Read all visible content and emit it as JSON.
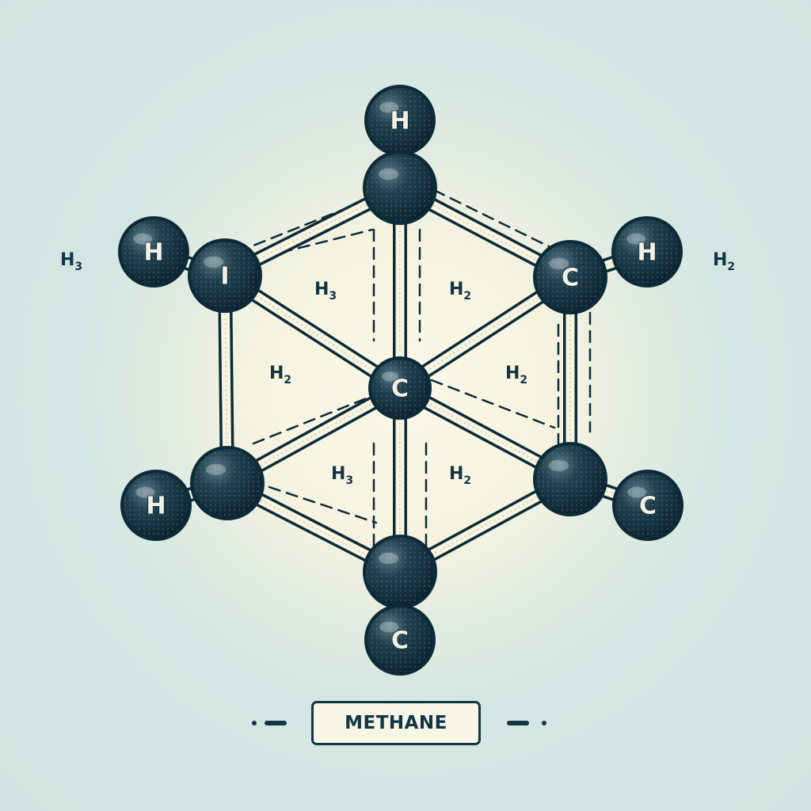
{
  "caption": "METHANE",
  "atoms": [
    {
      "id": "top-outer",
      "label": "H",
      "kind": "outer"
    },
    {
      "id": "top-inner",
      "label": "",
      "kind": "inner"
    },
    {
      "id": "left-outer",
      "label": "H",
      "kind": "outer"
    },
    {
      "id": "left-inner",
      "label": "I",
      "kind": "inner"
    },
    {
      "id": "right-inner",
      "label": "C",
      "kind": "inner"
    },
    {
      "id": "right-outer",
      "label": "H",
      "kind": "outer"
    },
    {
      "id": "center",
      "label": "C",
      "kind": "center"
    },
    {
      "id": "lower-left-inner",
      "label": "",
      "kind": "inner"
    },
    {
      "id": "lower-left-outer",
      "label": "H",
      "kind": "outer"
    },
    {
      "id": "lower-right-inner",
      "label": "",
      "kind": "inner"
    },
    {
      "id": "lower-right-outer",
      "label": "C",
      "kind": "outer"
    },
    {
      "id": "bottom-inner",
      "label": "",
      "kind": "inner"
    },
    {
      "id": "bottom-outer",
      "label": "C",
      "kind": "outer"
    }
  ],
  "group_labels": [
    {
      "main": "H",
      "sub": "3",
      "pos": "far-left"
    },
    {
      "main": "H",
      "sub": "2",
      "pos": "far-right"
    },
    {
      "main": "H",
      "sub": "3",
      "pos": "upper-left"
    },
    {
      "main": "H",
      "sub": "2",
      "pos": "upper-right"
    },
    {
      "main": "H",
      "sub": "2",
      "pos": "middle-left"
    },
    {
      "main": "H",
      "sub": "2",
      "pos": "middle-right"
    },
    {
      "main": "H",
      "sub": "3",
      "pos": "lower-left"
    },
    {
      "main": "H",
      "sub": "2",
      "pos": "lower-right"
    }
  ],
  "colors": {
    "background": "#d4e6e3",
    "glow": "#fbf8e8",
    "atom": "#143444",
    "bond": "#f7f4e2",
    "ink": "#0c2a38"
  }
}
